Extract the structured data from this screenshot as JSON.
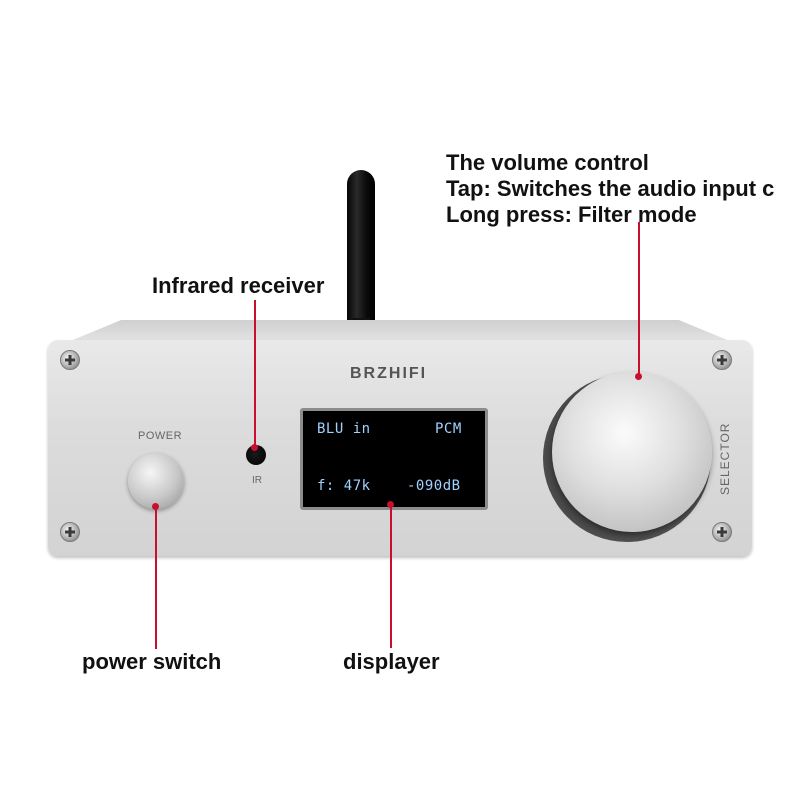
{
  "labels": {
    "volume_line1": "The volume control",
    "volume_line2": "Tap: Switches the audio input c",
    "volume_line3": "Long press: Filter mode",
    "infrared": "Infrared receiver",
    "power_switch": "power switch",
    "displayer": "displayer"
  },
  "device": {
    "brand": "BRZHIFI",
    "power_label": "POWER",
    "ir_label": "IR",
    "selector_label": "SELECTOR",
    "display": {
      "line1_left": "BLU in",
      "line1_right": "PCM",
      "line2_left": "f: 47k",
      "line2_right": "-090dB"
    }
  },
  "colors": {
    "pointer": "#c8102e",
    "display_text": "#9fd2ff",
    "panel": "#dcdcdc"
  }
}
